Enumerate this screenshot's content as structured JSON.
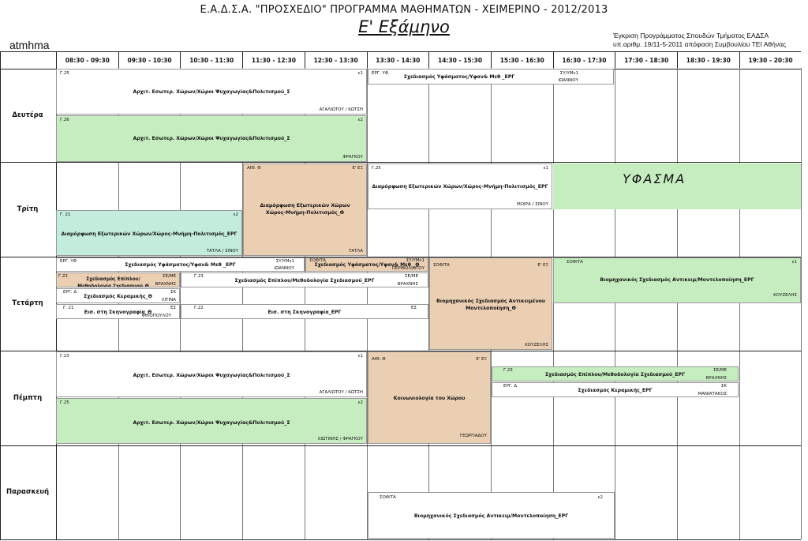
{
  "header": {
    "title": "Ε.Α.Δ.Σ.Α. \"ΠΡΟΣΧΕΔΙΟ\" ΠΡΟΓΡΑΜΜΑ ΜΑΘΗΜΑΤΩΝ - ΧΕΙΜΕΡΙΝΟ - 2012/2013",
    "semester": "Ε' Εξάμηνο",
    "logo": "atmhma",
    "approval_line1": "Έγκριση Προγράμματος Σπουδών Τμήματος ΕΑΔΣΑ",
    "approval_line2": "υπ.αριθμ. 19/11-5-2011 απόφαση Συμβουλίου ΤΕΙ Αθήνας"
  },
  "time_slots": [
    "08:30 - 09:30",
    "09:30 - 10:30",
    "10:30 - 11:30",
    "11:30 - 12:30",
    "12:30 - 13:30",
    "13:30 - 14:30",
    "14:30 - 15:30",
    "15:30 - 16:30",
    "16:30 - 17:30",
    "17:30 - 18:30",
    "18:30 - 19:30",
    "19:30 - 20:30"
  ],
  "days": [
    "Δευτέρα",
    "Τρίτη",
    "Τετάρτη",
    "Πέμπτη",
    "Παρασκευή"
  ],
  "handwritten_note": "ΥΦΑΣΜΑ",
  "events": [
    {
      "room": "Γ.25",
      "group": "ε1",
      "title": "Αρχιτ. Εσωτερ. Χώρων/Χώροι Ψυχαγωγίας&Πολιτισμού_Σ",
      "prof": "ΑΓΑΛΙΩΤΟΥ / ΚΩΤΣΗ"
    },
    {
      "room": "ΕΡΓ. ΥΦ.",
      "group": "ΣΥ/ΥΜε1",
      "title": "Σχεδιασμός Υφάσματος/Υφαν& Μεθ _ΕΡΓ",
      "prof": "ΙΩΑΝΝΟΥ"
    },
    {
      "room": "Γ.26",
      "group": "ε2",
      "title": "Αρχιτ. Εσωτερ. Χώρων/Χώροι Ψυχαγωγίας&Πολιτισμού_Σ",
      "prof": "ΦΡΑΓΚΟΥ"
    },
    {
      "room": "ΑΙΘ. Θ",
      "group": "Ε' ΕΞ",
      "title_a": "Διαμόρφωση Εξωτερικών Χώρων",
      "title_b": "Χώρος-Μνήμη-Πολιτισμός_Θ",
      "prof": "ΤΑΤΛΑ"
    },
    {
      "room": "Γ.25",
      "group": "ε1",
      "title": "Διαμόρφωση Εξωτερικών Χώρων/Χώρος-Μνήμη-Πολιτισμός_ΕΡΓ",
      "prof": "ΜΟΙΡΑ / ΣΙΝΟΥ"
    },
    {
      "room": "Γ. 21",
      "group": "ε2",
      "title": "Διαμόρφωση Εξωτερικών Χώρων/Χώρος-Μνήμη-Πολιτισμός_ΕΡΓ",
      "prof": "ΤΑΤΛΑ / ΣΙΝΟΥ"
    },
    {
      "room": "ΕΡΓ. ΥΦ",
      "group": "ΣΥ/ΥΜε1",
      "title": "Σχεδιασμός Υφάσματος/Υφαν& Μεθ _ΕΡΓ",
      "prof": "ΙΩΑΝΝΟΥ"
    },
    {
      "room": "ΣΟΦΙΤΑ",
      "group": "ΣΥ/ΥΜε1",
      "title": "Σχεδιασμός Υφάσματος/Υφαν& Μεθ _Θ",
      "prof": "ΠΕΡΙΒΟΛΙΩΤΟΥ"
    },
    {
      "room": "ΣΟΦΙΤΑ",
      "group": "Ε' ΕΞ",
      "title_a": "Βιομηχανικός Σχεδιασμός Αντικειμένου",
      "title_b": "Μοντελοποίηση_Θ",
      "prof": "ΚΟΥΖΕΛΗΣ"
    },
    {
      "room": "ΣΟΦΙΤΑ",
      "group": "ε1",
      "title": "Βιομηχανικός Σχεδιασμός Αντικειμ/Μοντελοποίηση_ΕΡΓ",
      "prof": "ΚΟΥΖΕΛΗΣ"
    },
    {
      "room": "Γ.23",
      "group": "ΣΕ/ΜΕ",
      "title": "Σχεδιασμός Επίπλου/Μεθοδολογία Σχεδιασμού_Θ",
      "prof": "ΒΡΑΧΝΗΣ"
    },
    {
      "room": "Γ.23",
      "group": "ΣΕ/ΜΕ",
      "title": "Σχεδιασμός Επίπλου/Μεθοδολογία Σχεδιασμού_ΕΡΓ",
      "prof": "ΒΡΑΧΝΗΣ"
    },
    {
      "room": "ΕΡΓ. Δ",
      "group": "ΣΚ",
      "title": "Σχεδιασμός Κεραμικής_Θ",
      "prof": "ΛΙΤΙΝΑ"
    },
    {
      "room": "Γ. 21",
      "group": "ΕΣ",
      "title": "Εισ. στη Σκηνογραφία_Θ",
      "prof": "ΦΙΛΟΠΟΥΛΟΥ"
    },
    {
      "room": "Γ.22",
      "group": "ΕΣ",
      "title": "Εισ. στη Σκηνογραφία_ΕΡΓ"
    },
    {
      "room": "Γ.23",
      "group": "ε1",
      "title": "Αρχιτ. Εσωτερ. Χώρων/Χώροι Ψυχαγωγίας&Πολιτισμού_Σ",
      "prof": "ΑΓΑΛΙΩΤΟΥ / ΚΩΤΣΗ"
    },
    {
      "room": "ΑΙΘ. Θ",
      "group": "Ε' ΕΞ",
      "title": "Κοινωνιολογία του Χώρου",
      "prof": "ΓΕΩΡΓΙΑΔΟΥ"
    },
    {
      "room": "Γ.23",
      "group": "ΣΕ/ΜΕ",
      "title": "Σχεδιασμός Επίπλου/Μεθοδολογία Σχεδιασμού_ΕΡΓ",
      "prof": "ΒΡΑΧΝΗΣ"
    },
    {
      "room": "ΕΡΓ. Δ",
      "group": "ΣΚ",
      "title": "Σχεδιασμός Κεραμικής_ΕΡΓ",
      "prof": "ΜΑΝΙΑΤΑΚΟΣ"
    },
    {
      "room": "Γ.25",
      "group": "ε2",
      "title": "Αρχιτ. Εσωτερ. Χώρων/Χώροι Ψυχαγωγίας&Πολιτισμού_Σ",
      "prof": "ΧΙΩΤΙΝΗΣ / ΦΡΑΓΚΟΥ"
    },
    {
      "room": "ΣΟΦΙΤΑ",
      "group": "ε2",
      "title": "Βιομηχανικός Σχεδιασμός Αντικειμ/Μοντελοποίηση_ΕΡΓ"
    }
  ]
}
